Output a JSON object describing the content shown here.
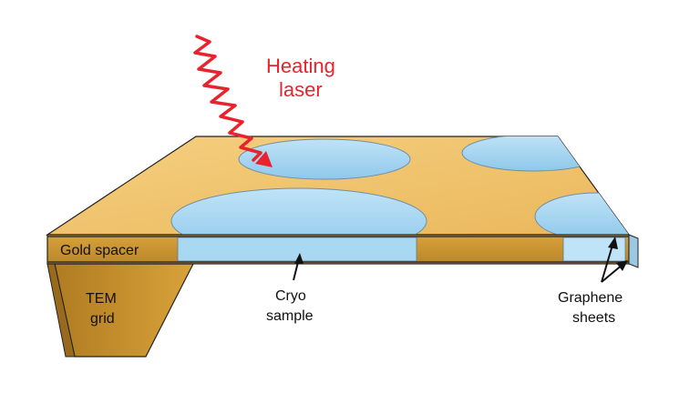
{
  "labels": {
    "heating_line1": "Heating",
    "heating_line2": "laser",
    "gold_spacer": "Gold spacer",
    "tem_line1": "TEM",
    "tem_line2": "grid",
    "cryo_line1": "Cryo",
    "cryo_line2": "sample",
    "graphene_line1": "Graphene",
    "graphene_line2": "sheets"
  },
  "colors": {
    "gold": "#f1c36a",
    "gold_dark": "#c9952a",
    "gold_side": "#d8a43c",
    "sample_blue": "#a9d8f2",
    "sample_blue_light": "#cfeafb",
    "laser_red": "#e8232d",
    "outline": "#222222"
  }
}
